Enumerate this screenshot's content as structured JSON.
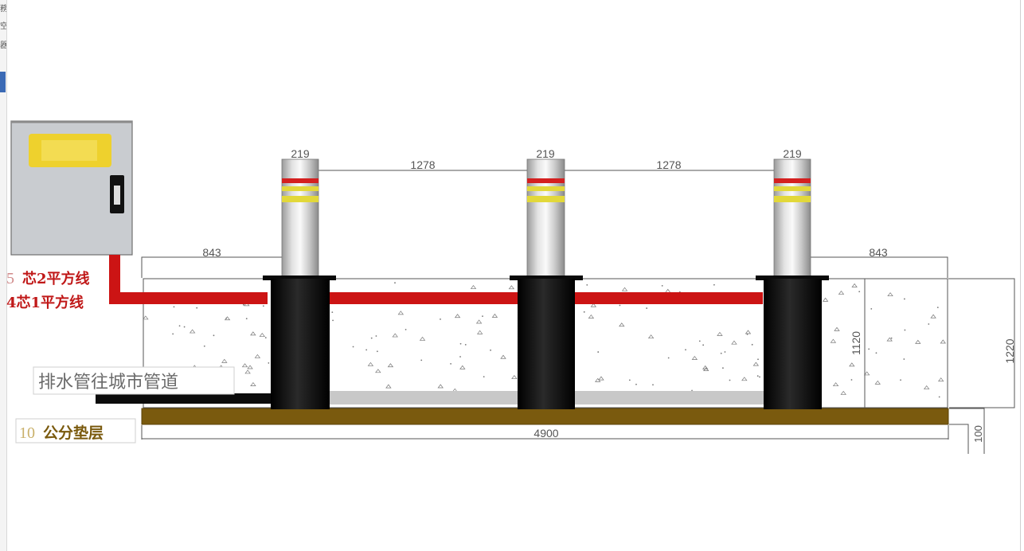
{
  "colors": {
    "cable": "#cc1414",
    "bollard_sleeve": "#141414",
    "pipe": "#0c0c0c",
    "base_layer": "#7a5a0e",
    "cabinet": "#c9ccd0",
    "reflective_red": "#d42020",
    "reflective_yellow": "#e2d83a",
    "label_red": "#c01818",
    "label_gold": "#7a5a0e",
    "label_gray": "#6a6a6a"
  },
  "labels": {
    "cable_top_num": "5",
    "cable_top": "芯2平方线",
    "cable_bottom": "4芯1平方线",
    "drain": "排水管往城市管道",
    "base_num": "10",
    "base": "公分垫层"
  },
  "dimensions": {
    "bollard_dia_1": "219",
    "bollard_dia_2": "219",
    "bollard_dia_3": "219",
    "spacing_1": "1278",
    "spacing_2": "1278",
    "margin_left": "843",
    "margin_right": "843",
    "total_width": "4900",
    "inner_depth": "1120",
    "total_depth": "1220",
    "base_thickness": "100"
  },
  "icons": {
    "cabinet": "control-cabinet-icon",
    "handle": "cabinet-lock-icon"
  }
}
